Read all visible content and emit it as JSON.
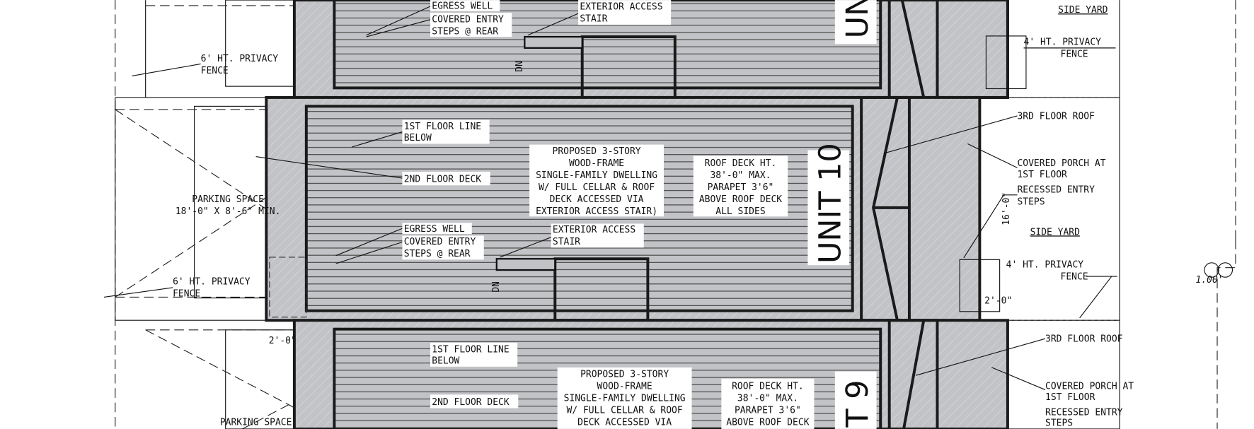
{
  "colors": {
    "roof_fill": "#c2c3c6",
    "line": "#111111",
    "background": "#ffffff"
  },
  "units": {
    "top": {
      "label": "UN"
    },
    "middle": {
      "label": "UNIT 10"
    },
    "bottom": {
      "label": "T 9"
    }
  },
  "labels": {
    "egress_well": "EGRESS WELL",
    "covered_entry_1": "COVERED ENTRY",
    "covered_entry_2": "STEPS @ REAR",
    "ext_stair_1": "EXTERIOR ACCESS",
    "ext_stair_2": "STAIR",
    "fence6_1": "6' HT. PRIVACY",
    "fence6_2": "FENCE",
    "fence4_1": "4' HT. PRIVACY",
    "fence4_2": "FENCE",
    "first_floor_1": "1ST FLOOR LINE",
    "first_floor_2": "BELOW",
    "second_deck": "2ND FLOOR DECK",
    "parking_1": "PARKING SPACE",
    "parking_2": "18'-0\" X 8'-6\" MIN.",
    "proposed": [
      "PROPOSED 3-STORY",
      "WOOD-FRAME",
      "SINGLE-FAMILY DWELLING",
      "W/ FULL CELLAR & ROOF",
      "DECK ACCESSED VIA",
      "EXTERIOR ACCESS STAIR)"
    ],
    "roofdeck": [
      "ROOF DECK HT.",
      "38'-0\" MAX.",
      "PARAPET 3'6\"",
      "ABOVE ROOF DECK",
      "ALL SIDES"
    ],
    "side_yard": "SIDE YARD",
    "third_roof": "3RD FLOOR ROOF",
    "porch_1": "COVERED PORCH AT",
    "porch_2": "1ST FLOOR",
    "recessed_1": "RECESSED ENTRY",
    "recessed_2": "STEPS",
    "dim_16": "16'-0\"",
    "dim_2": "2'-0\"",
    "dn": "DN",
    "centerline": "1.00'"
  }
}
